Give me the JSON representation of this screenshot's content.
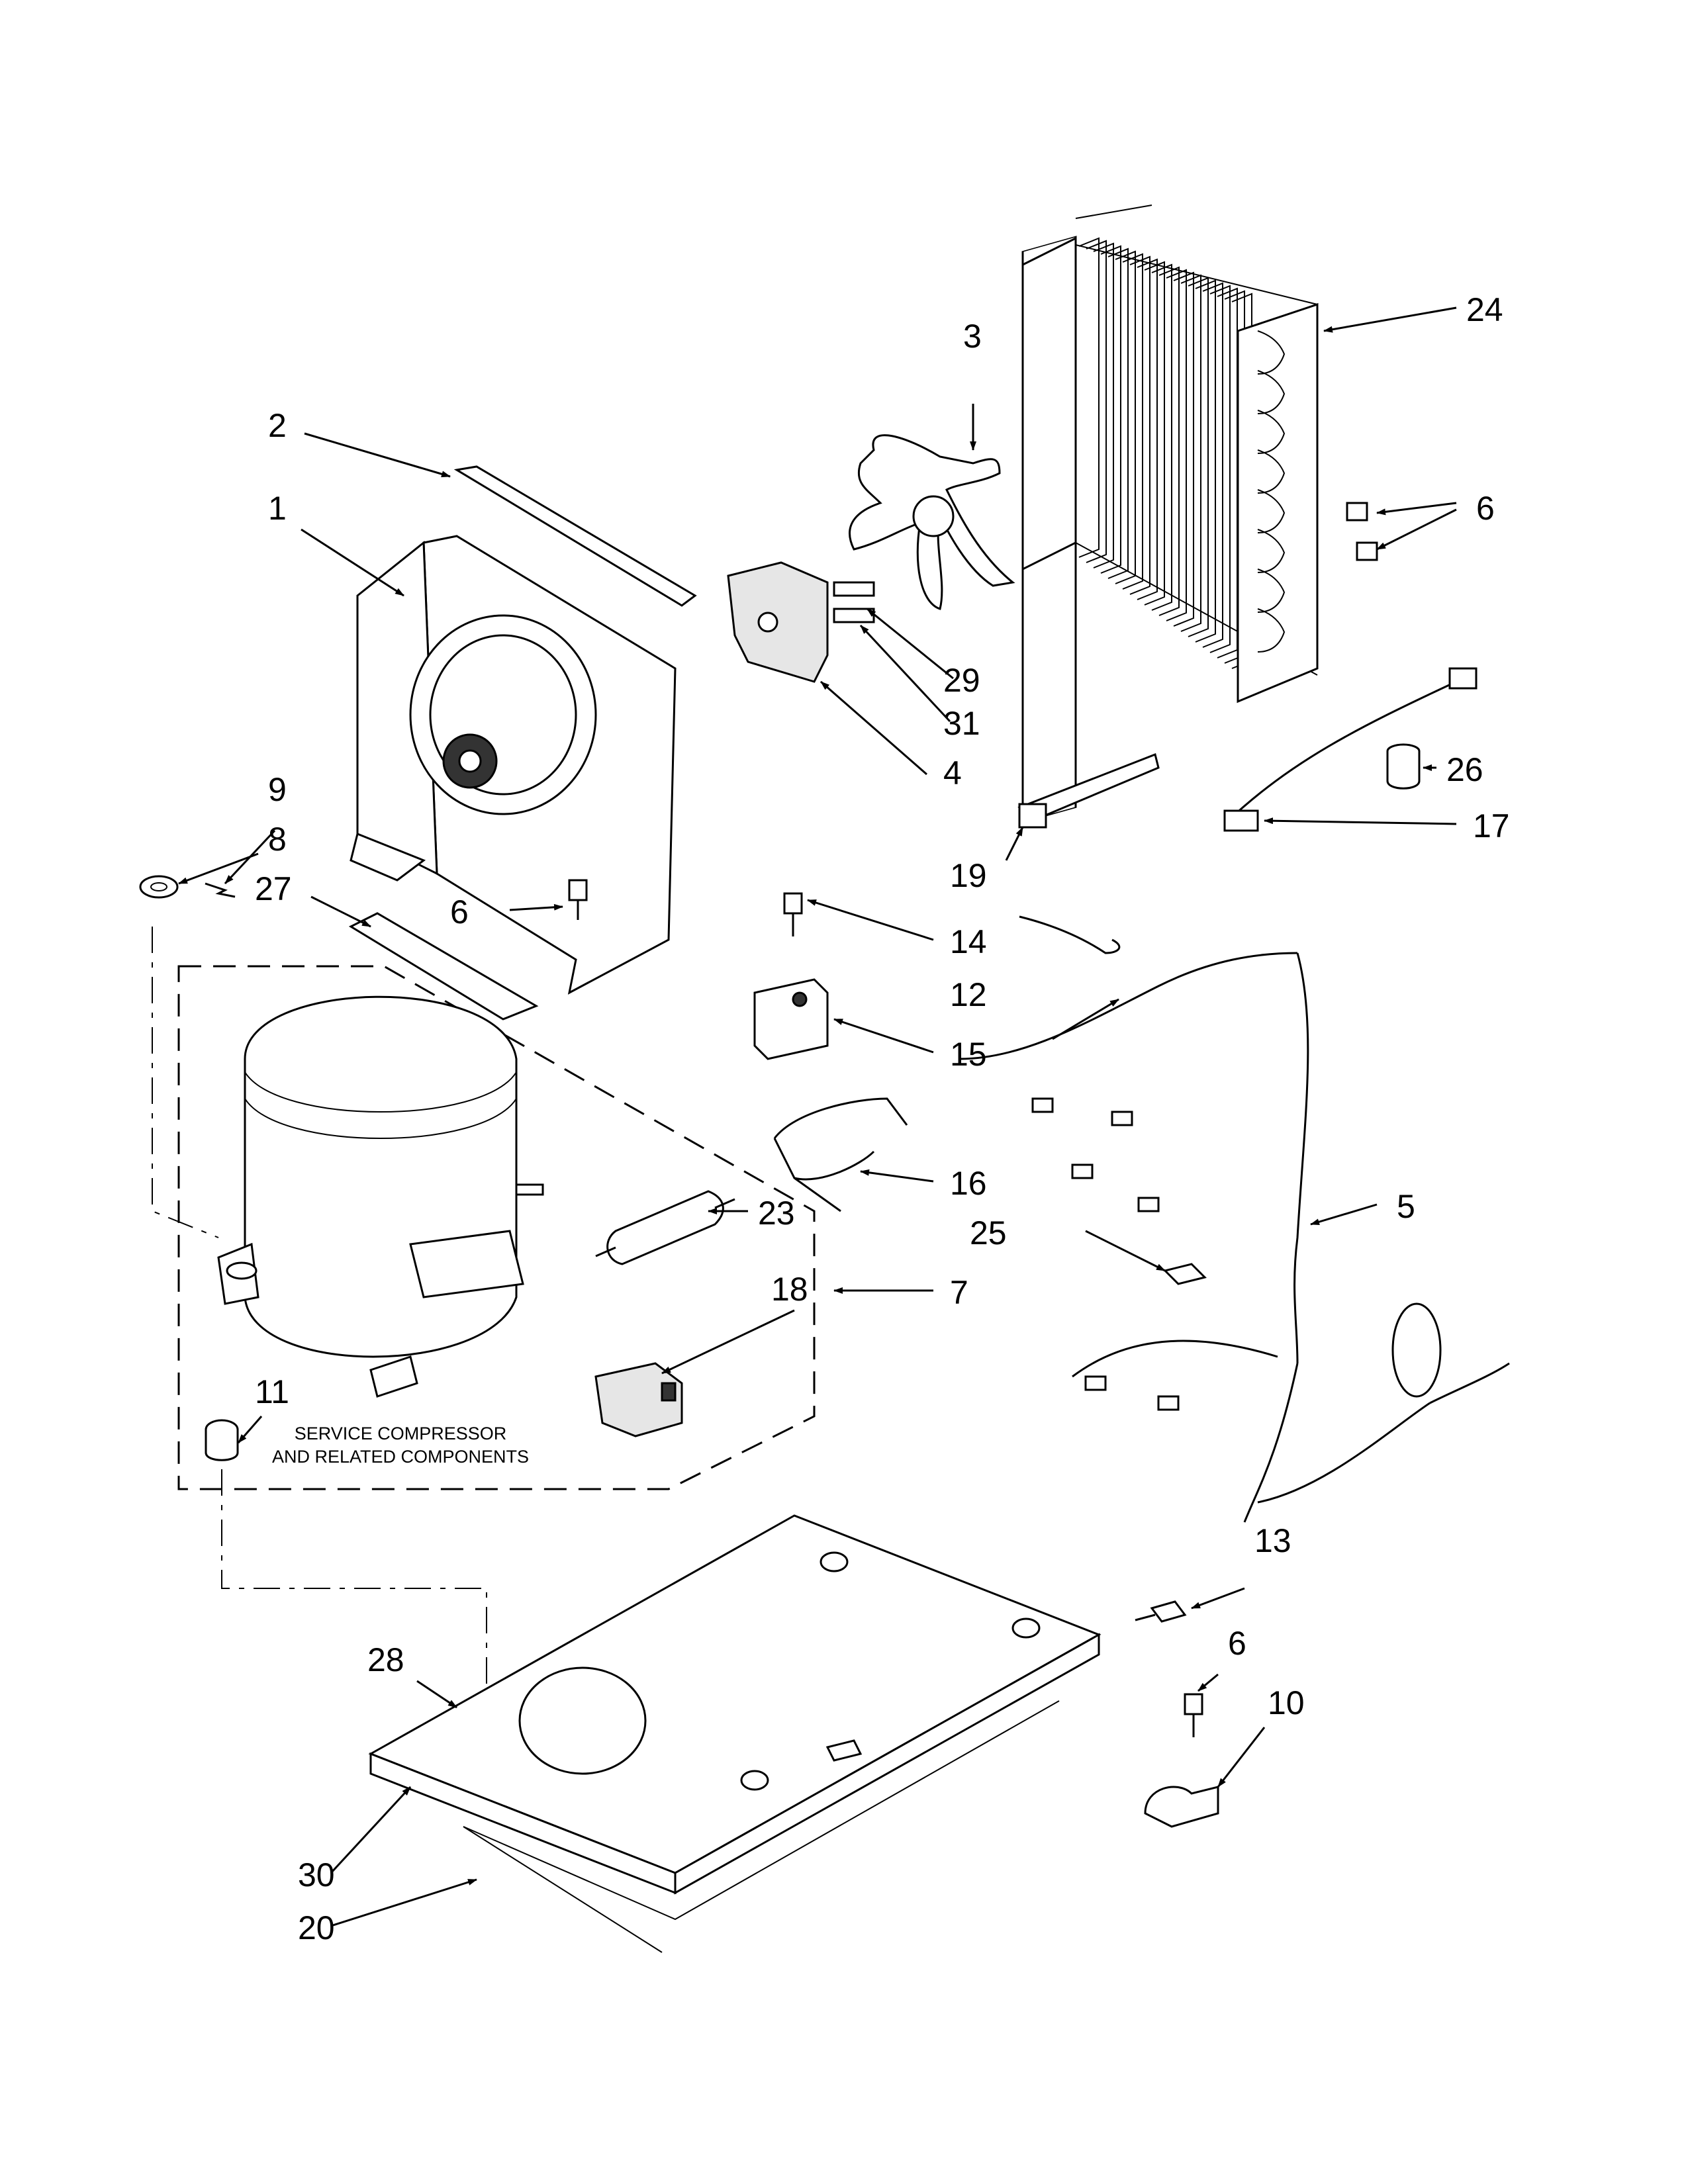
{
  "callouts": [
    {
      "id": "c1",
      "label": "1"
    },
    {
      "id": "c2",
      "label": "2"
    },
    {
      "id": "c3",
      "label": "3"
    },
    {
      "id": "c4",
      "label": "4"
    },
    {
      "id": "c5",
      "label": "5"
    },
    {
      "id": "c6a",
      "label": "6"
    },
    {
      "id": "c6b",
      "label": "6"
    },
    {
      "id": "c6c",
      "label": "6"
    },
    {
      "id": "c7",
      "label": "7"
    },
    {
      "id": "c8",
      "label": "8"
    },
    {
      "id": "c9",
      "label": "9"
    },
    {
      "id": "c10",
      "label": "10"
    },
    {
      "id": "c11",
      "label": "11"
    },
    {
      "id": "c12",
      "label": "12"
    },
    {
      "id": "c13",
      "label": "13"
    },
    {
      "id": "c14",
      "label": "14"
    },
    {
      "id": "c15",
      "label": "15"
    },
    {
      "id": "c16",
      "label": "16"
    },
    {
      "id": "c17",
      "label": "17"
    },
    {
      "id": "c18",
      "label": "18"
    },
    {
      "id": "c19",
      "label": "19"
    },
    {
      "id": "c20",
      "label": "20"
    },
    {
      "id": "c23",
      "label": "23"
    },
    {
      "id": "c24",
      "label": "24"
    },
    {
      "id": "c25",
      "label": "25"
    },
    {
      "id": "c26",
      "label": "26"
    },
    {
      "id": "c27",
      "label": "27"
    },
    {
      "id": "c28",
      "label": "28"
    },
    {
      "id": "c29",
      "label": "29"
    },
    {
      "id": "c30",
      "label": "30"
    },
    {
      "id": "c31",
      "label": "31"
    }
  ],
  "caption": {
    "line1": "SERVICE COMPRESSOR",
    "line2": "AND RELATED COMPONENTS"
  }
}
